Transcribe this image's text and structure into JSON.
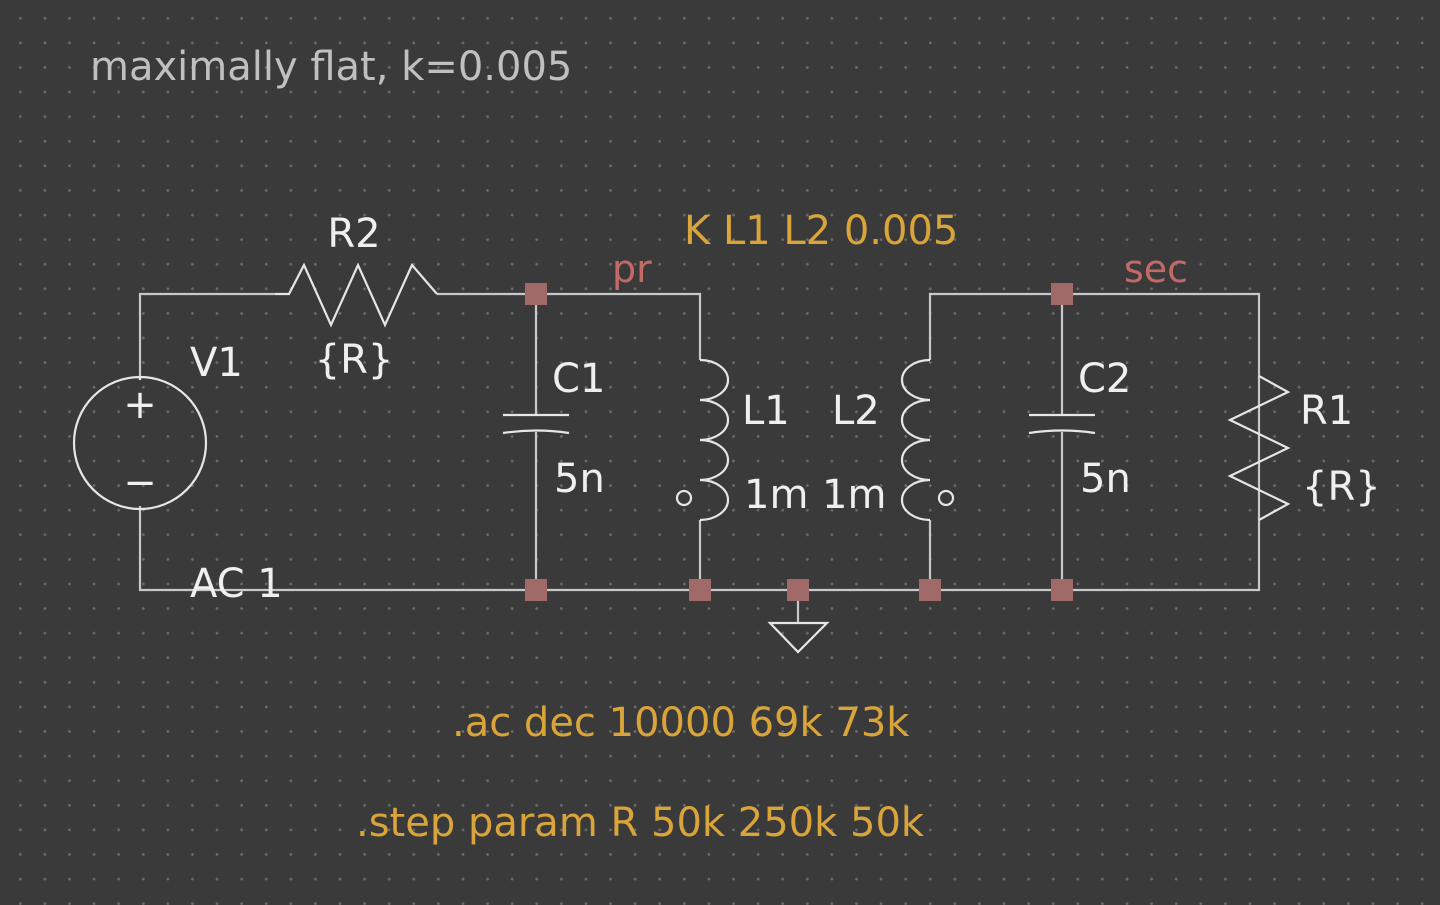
{
  "comment": "maximally flat, k=0.005",
  "directives": {
    "coupling": "K L1 L2 0.005",
    "ac": ".ac dec 10000 69k 73k",
    "step": ".step param R 50k 250k 50k"
  },
  "nets": {
    "primary": "pr",
    "secondary": "sec"
  },
  "components": {
    "V1": {
      "name": "V1",
      "value": "AC 1"
    },
    "R2": {
      "name": "R2",
      "value": "{R}"
    },
    "C1": {
      "name": "C1",
      "value": "5n"
    },
    "L1": {
      "name": "L1",
      "value": "1m"
    },
    "L2": {
      "name": "L2",
      "value": "1m"
    },
    "C2": {
      "name": "C2",
      "value": "5n"
    },
    "R1": {
      "name": "R1",
      "value": "{R}"
    }
  },
  "source_symbols": {
    "plus": "+",
    "minus": "−"
  },
  "colors": {
    "background": "#3a3a3a",
    "wire": "#c8c8c8",
    "component": "#e6e6e6",
    "junction": "#a06a68",
    "net_label": "#c46a66",
    "directive": "#d9a43a",
    "comment": "#c0c0c0"
  }
}
